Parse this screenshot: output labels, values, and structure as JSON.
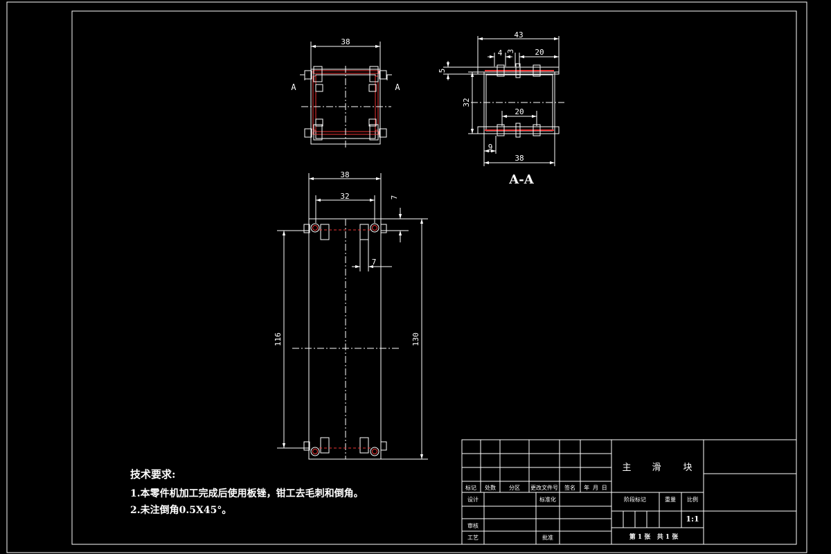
{
  "top_view": {
    "dim_width": "38",
    "section_marker_left": "A",
    "section_marker_right": "A"
  },
  "section_view": {
    "dim_overall": "43",
    "dim_offset_4": "4",
    "dim_offset_3": "3",
    "dim_right_20": "20",
    "dim_thickness": "5",
    "dim_height": "32",
    "dim_inner_20": "20",
    "dim_bottom_9": "9",
    "dim_bottom_38": "38",
    "label": "A-A"
  },
  "front_view": {
    "dim_outer": "38",
    "dim_inner": "32",
    "dim_top_offset": "7",
    "dim_slot": "7",
    "dim_height_inner": "116",
    "dim_height_outer": "130"
  },
  "technical_requirements": {
    "heading": "技术要求:",
    "items": [
      "1.本零件机加工完成后使用板锉，钳工去毛刺和倒角。",
      "2.未注倒角0.5X45°。"
    ]
  },
  "title_block": {
    "part_name_1": "主",
    "part_name_2": "滑",
    "part_name_3": "块",
    "rev_headers": [
      "标记",
      "处数",
      "分区",
      "更改文件号",
      "签名",
      "年 月 日"
    ],
    "label_design": "设计",
    "label_standardize": "标准化",
    "label_review": "审核",
    "label_process": "工艺",
    "label_approve": "批准",
    "label_stage": "阶段标记",
    "label_weight": "重量",
    "label_scale": "比例",
    "scale_value": "1:1",
    "sheet_info": "第 1 张   共 1 张"
  }
}
